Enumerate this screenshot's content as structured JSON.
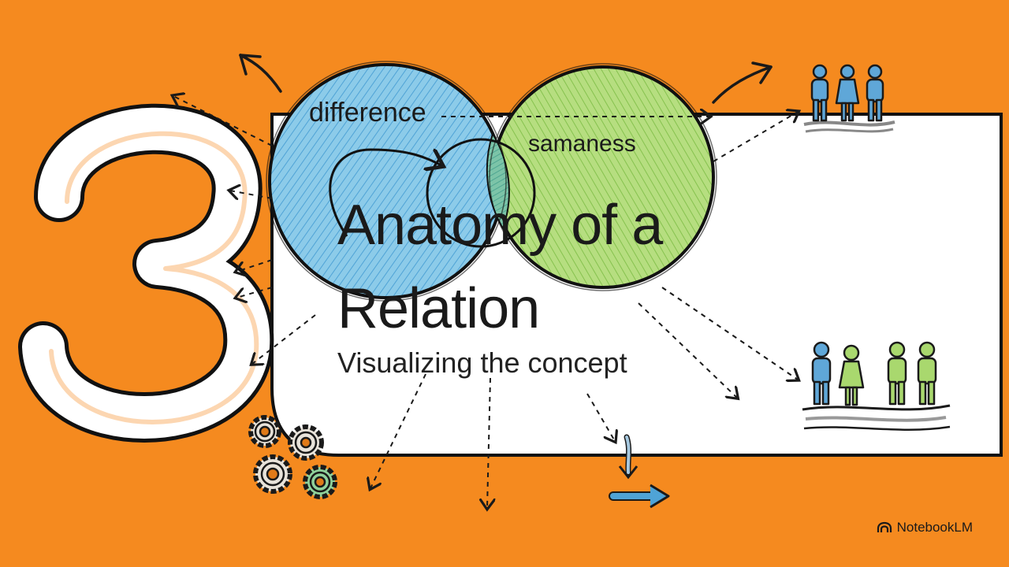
{
  "slide": {
    "section_number": "3",
    "title_line1": "Anatomy of a",
    "title_line2": "Relation",
    "subtitle": "Visualizing the concept"
  },
  "venn": {
    "left_label": "difference",
    "right_label": "samaness"
  },
  "brand": {
    "name": "NotebookLM",
    "icon": "notebooklm-logo-icon"
  },
  "colors": {
    "background": "#f58a1f",
    "card": "#ffffff",
    "left_circle": "#7fc0e6",
    "right_circle": "#a9d86e",
    "ink": "#1a1a1a"
  },
  "icons": [
    "gears-icon",
    "people-group-small-icon",
    "people-group-large-icon",
    "arrow-icon"
  ]
}
